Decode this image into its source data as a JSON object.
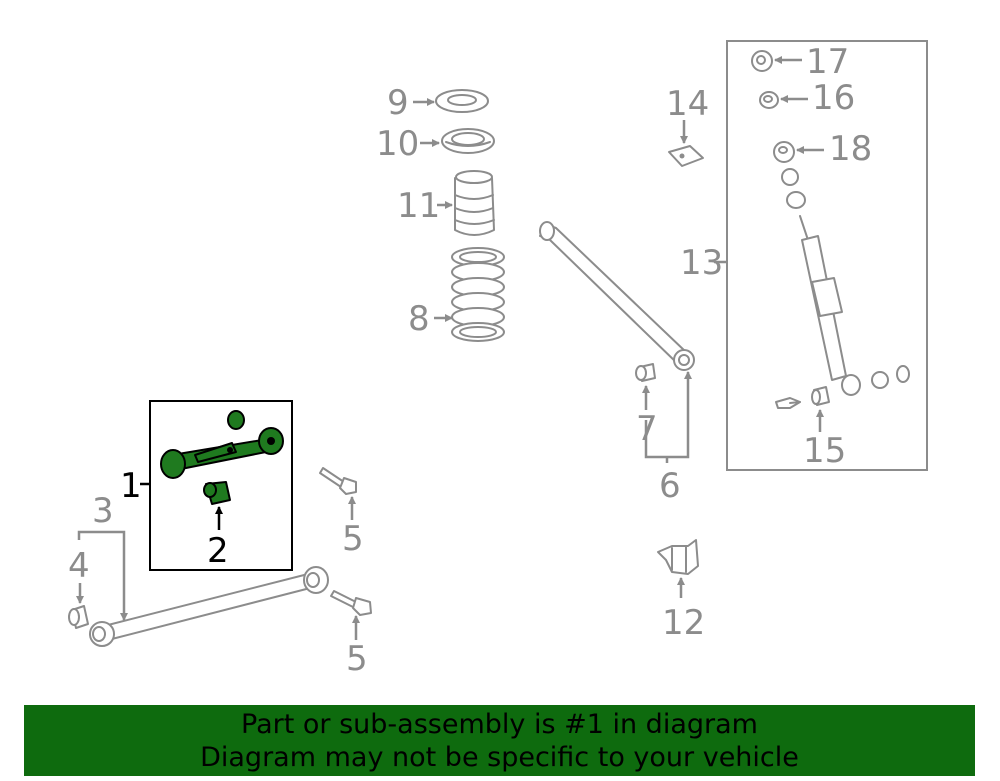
{
  "callouts": {
    "c1": "1",
    "c2": "2",
    "c3": "3",
    "c4": "4",
    "c5a": "5",
    "c5b": "5",
    "c6": "6",
    "c7": "7",
    "c8": "8",
    "c9": "9",
    "c10": "10",
    "c11": "11",
    "c12": "12",
    "c13": "13",
    "c14": "14",
    "c15": "15",
    "c16": "16",
    "c17": "17",
    "c18": "18"
  },
  "highlight_color": "#1f7a1f",
  "banner": {
    "line1": "Part or sub-assembly is #1 in diagram",
    "line2": "Diagram may not be specific to your vehicle",
    "color": "#0e6b0e"
  }
}
